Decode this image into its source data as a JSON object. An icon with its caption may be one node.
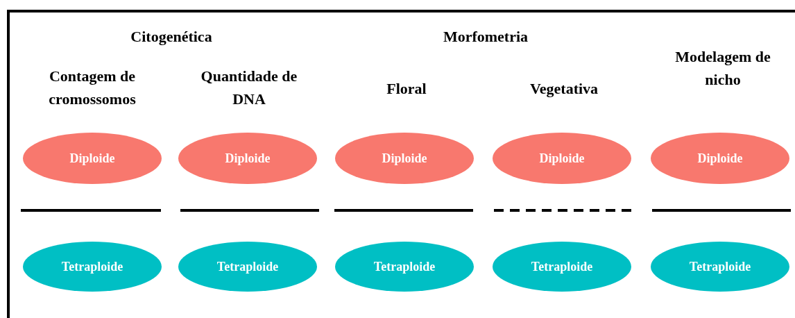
{
  "diagram": {
    "nodes": [
      {
        "text": [
          "Diploide"
        ]
      },
      {
        "text": [
          "Diploide"
        ]
      },
      {
        "text": [
          "Diploide"
        ]
      },
      {
        "text": [
          "Diploide"
        ]
      },
      {
        "text": [
          "Diploide"
        ]
      },
      {
        "text": [
          "Tetraploide"
        ]
      },
      {
        "text": [
          "Tetraploide"
        ]
      },
      {
        "text": [
          "Tetraploide"
        ]
      },
      {
        "text": [
          "Tetraploide"
        ]
      },
      {
        "text": [
          "Tetraploide"
        ]
      }
    ],
    "labels": [
      "Citogenética",
      "Morfometria",
      "Contagem de cromossomos",
      "Quantidade de DNA",
      "Floral",
      "Vegetativa",
      "Modelagem de nicho"
    ]
  }
}
